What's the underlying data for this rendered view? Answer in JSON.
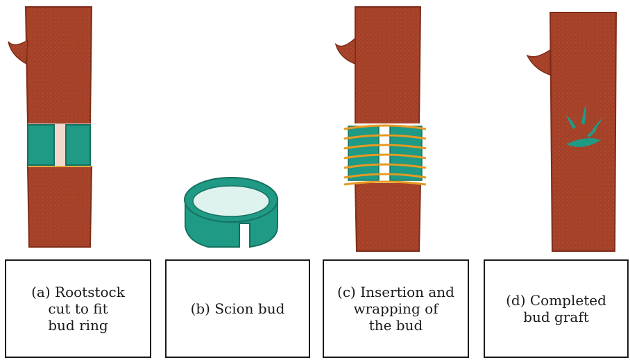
{
  "panels": [
    {
      "id": "a",
      "caption": "(a) Rootstock\ncut to fit\nbud ring"
    },
    {
      "id": "b",
      "caption": "(b) Scion bud"
    },
    {
      "id": "c",
      "caption": "(c) Insertion and\nwrapping of\nthe bud"
    },
    {
      "id": "d",
      "caption": "(d) Completed\nbud graft"
    }
  ],
  "colors": {
    "bark": "#a8432a",
    "bark_dark": "#7e2c1a",
    "bud_green": "#1f9a84",
    "bud_inner": "#dff3ee",
    "wrap_orange": "#e69a22",
    "border": "#1a1a1a"
  }
}
